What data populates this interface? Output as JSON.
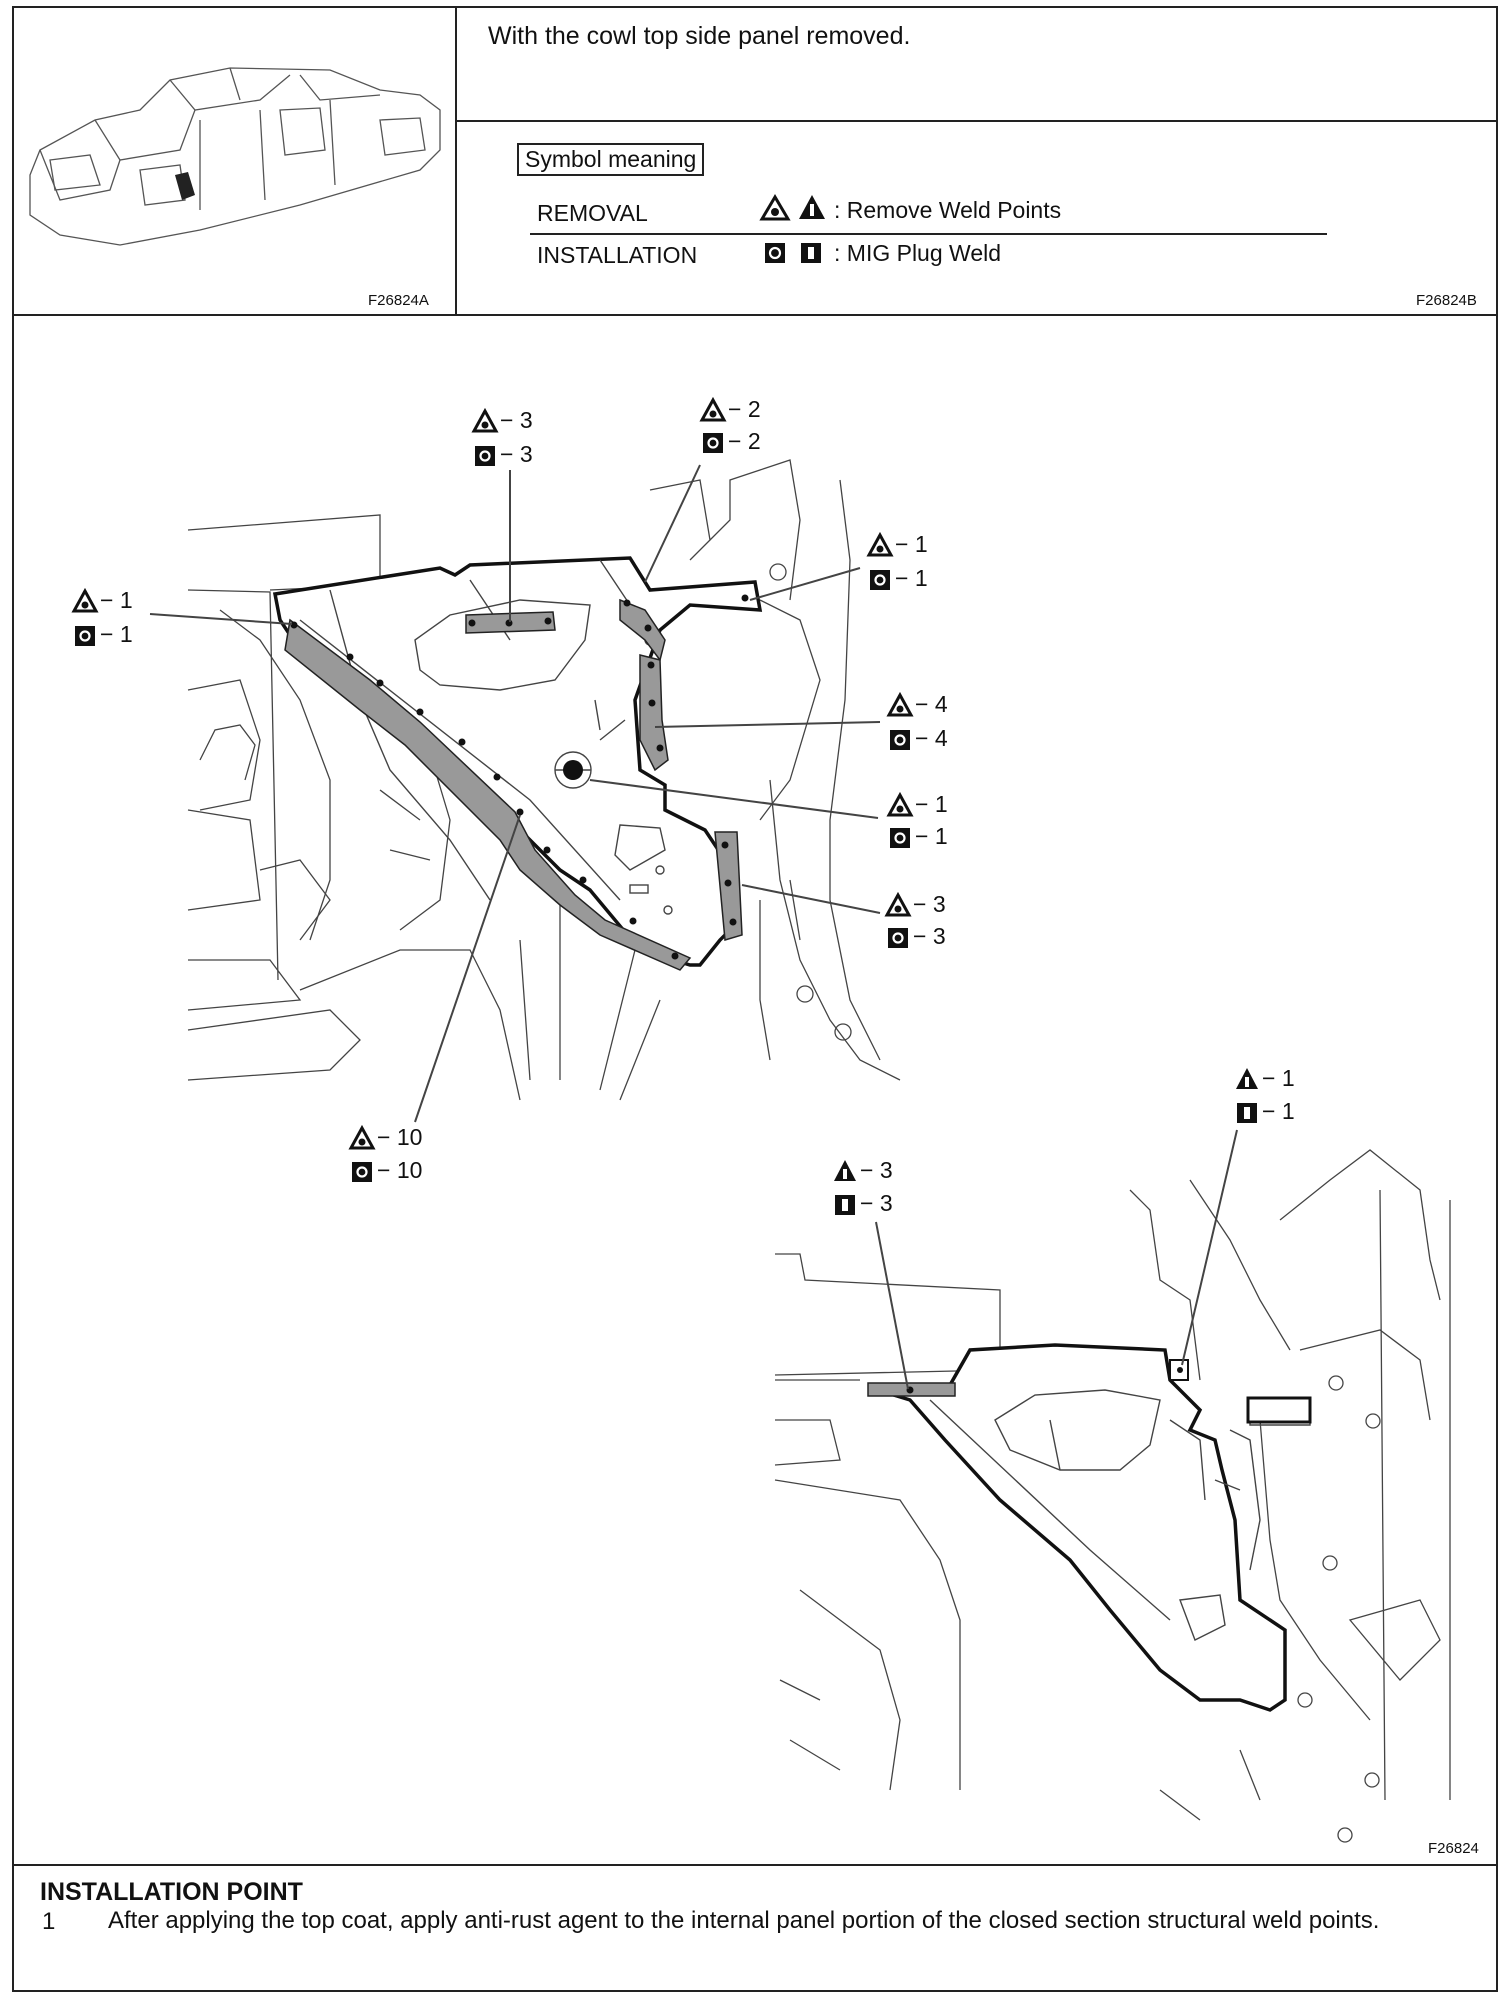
{
  "header": {
    "condition": "With the cowl top side panel removed.",
    "figure_left_id": "F26824A",
    "figure_right_id": "F26824B"
  },
  "legend": {
    "title": "Symbol meaning",
    "removal_label": "REMOVAL",
    "removal_meaning": ": Remove Weld Points",
    "installation_label": "INSTALLATION",
    "installation_meaning": ": MIG Plug Weld"
  },
  "diagram": {
    "figure_id": "F26824",
    "callouts": {
      "top_a": {
        "removal": "− 3",
        "install": "− 3"
      },
      "top_b": {
        "removal": "− 2",
        "install": "− 2"
      },
      "left_a": {
        "removal": "− 1",
        "install": "− 1"
      },
      "right_a": {
        "removal": "− 1",
        "install": "− 1"
      },
      "right_b": {
        "removal": "− 4",
        "install": "− 4"
      },
      "right_c": {
        "removal": "− 1",
        "install": "− 1"
      },
      "right_d": {
        "removal": "− 3",
        "install": "− 3"
      },
      "bottom": {
        "removal": "− 10",
        "install": "− 10"
      },
      "lower_a": {
        "removal": "− 3",
        "install": "− 3"
      },
      "lower_b": {
        "removal": "− 1",
        "install": "− 1"
      }
    }
  },
  "installation_point": {
    "title": "INSTALLATION POINT",
    "items": [
      {
        "number": "1",
        "text": "After applying the top coat, apply anti-rust agent to the internal panel portion of the closed section structural weld points."
      }
    ]
  }
}
